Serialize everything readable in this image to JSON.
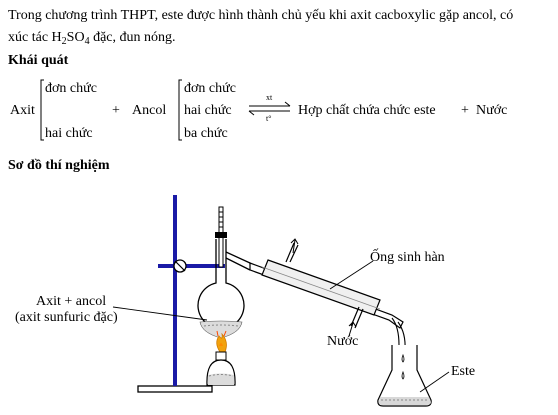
{
  "intro": {
    "line1": "Trong chương trình THPT, este được hình thành chủ yếu khi axit cacboxylic gặp ancol, có",
    "line2_pre": "xúc tác H",
    "line2_sub1": "2",
    "line2_mid": "SO",
    "line2_sub2": "4",
    "line2_post": " đặc, đun nóng."
  },
  "general": {
    "heading": "Khái quát",
    "acid": "Axit",
    "acid_opt1": "đơn chức",
    "acid_opt2": "hai chức",
    "plus1": "+",
    "alcohol": "Ancol",
    "alc_opt1": "đơn chức",
    "alc_opt2": "hai chức",
    "alc_opt3": "ba chức",
    "arrow_top": "xt",
    "arrow_bottom": "t°",
    "product": "Hợp chất chứa chức este",
    "plus2": "+",
    "water": "Nước"
  },
  "diagram": {
    "heading": "Sơ đồ thí nghiệm",
    "label_reactants1": "Axit + ancol",
    "label_reactants2": "(axit sunfuric đặc)",
    "label_condenser": "Ống sinh hàn",
    "label_water": "Nước",
    "label_ester": "Este"
  }
}
